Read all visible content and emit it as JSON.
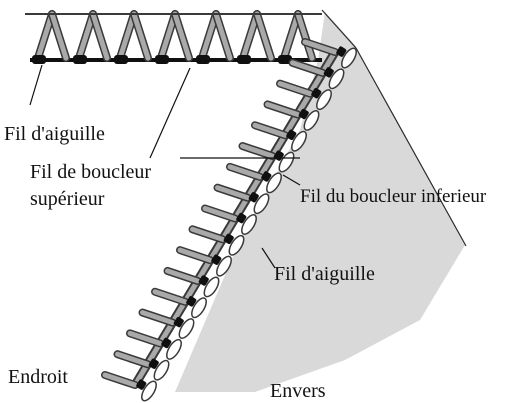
{
  "labels": {
    "needle_thread_top": "Fil d'aiguille",
    "upper_looper_line1": "Fil de boucleur",
    "upper_looper_line2": "supérieur",
    "lower_looper": "Fil du boucleur inferieur",
    "needle_thread_diag": "Fil d'aiguille",
    "right_side": "Endroit",
    "wrong_side": "Envers"
  },
  "colors": {
    "fabric": "#d9d9d9",
    "thread_light": "#a9a9a9",
    "thread_outline": "#3a3a3a",
    "needle_thread": "#101010",
    "lower_loop_fill": "#ffffff"
  }
}
